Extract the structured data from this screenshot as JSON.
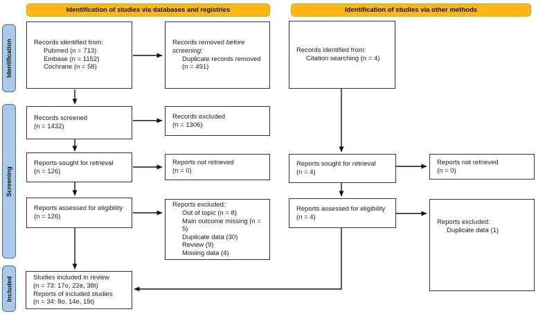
{
  "headers": {
    "left": "Identification of studies via databases and registries",
    "right": "Identification of studies via other methods"
  },
  "sidebar": {
    "identification": "Identification",
    "screening": "Screening",
    "included": "Included"
  },
  "colors": {
    "banner_fill": "#FDB813",
    "banner_border": "#DFA019",
    "sidebar_fill": "#A9CAE9",
    "sidebar_border": "#41719C",
    "box_border": "#333333",
    "arrow": "#111111"
  },
  "boxes": {
    "db_identified": {
      "line1": "Records identified from:",
      "line2": "Pubmed (n = 713)",
      "line3": "Embase (n = 1152)",
      "line4": "Cochrane (n = 58)"
    },
    "removed_before": {
      "prefix": "Records removed ",
      "italic": "before screening",
      "suffix": ":",
      "line2": "Duplicate records removed",
      "line3": "(n = 491)"
    },
    "records_screened": {
      "line1": "Records screened",
      "line2": "(n = 1432)"
    },
    "records_excluded": {
      "line1": "Records excluded",
      "line2": "(n = 1306)"
    },
    "sought_db": {
      "line1": "Reports sought for retrieval",
      "line2": "(n = 126)"
    },
    "not_retrieved_db": {
      "line1": "Reports not retrieved",
      "line2": "(n = 0)"
    },
    "eligibility_db": {
      "line1": "Reports assessed for eligibility",
      "line2": "(n = 126)"
    },
    "excluded_db": {
      "line1": "Reports excluded:",
      "line2": "Out of topic (n = 8)",
      "line3": "Main outcome missing (n = 5)",
      "line4": "Duplicate data (30)",
      "line5": "Review (9)",
      "line6": "Missing data (4)"
    },
    "included_review": {
      "line1": "Studies included in review",
      "line2": "(n = 73: 17o, 22e, 38t)",
      "line3": "Reports of included studies",
      "line4": "(n = 34: 8o, 14e, 15t)"
    },
    "other_identified": {
      "line1": "Records identified from:",
      "line2": "Citation searching (n = 4)"
    },
    "sought_other": {
      "line1": "Reports sought for retrieval",
      "line2": "(n = 4)"
    },
    "not_retrieved_other": {
      "line1": "Reports not retrieved",
      "line2": "(n = 0)"
    },
    "eligibility_other": {
      "line1": "Reports assessed for eligibility",
      "line2": "(n = 4)"
    },
    "excluded_other": {
      "line1": "Reports excluded:",
      "line2": "Duplicate data (1)"
    }
  }
}
